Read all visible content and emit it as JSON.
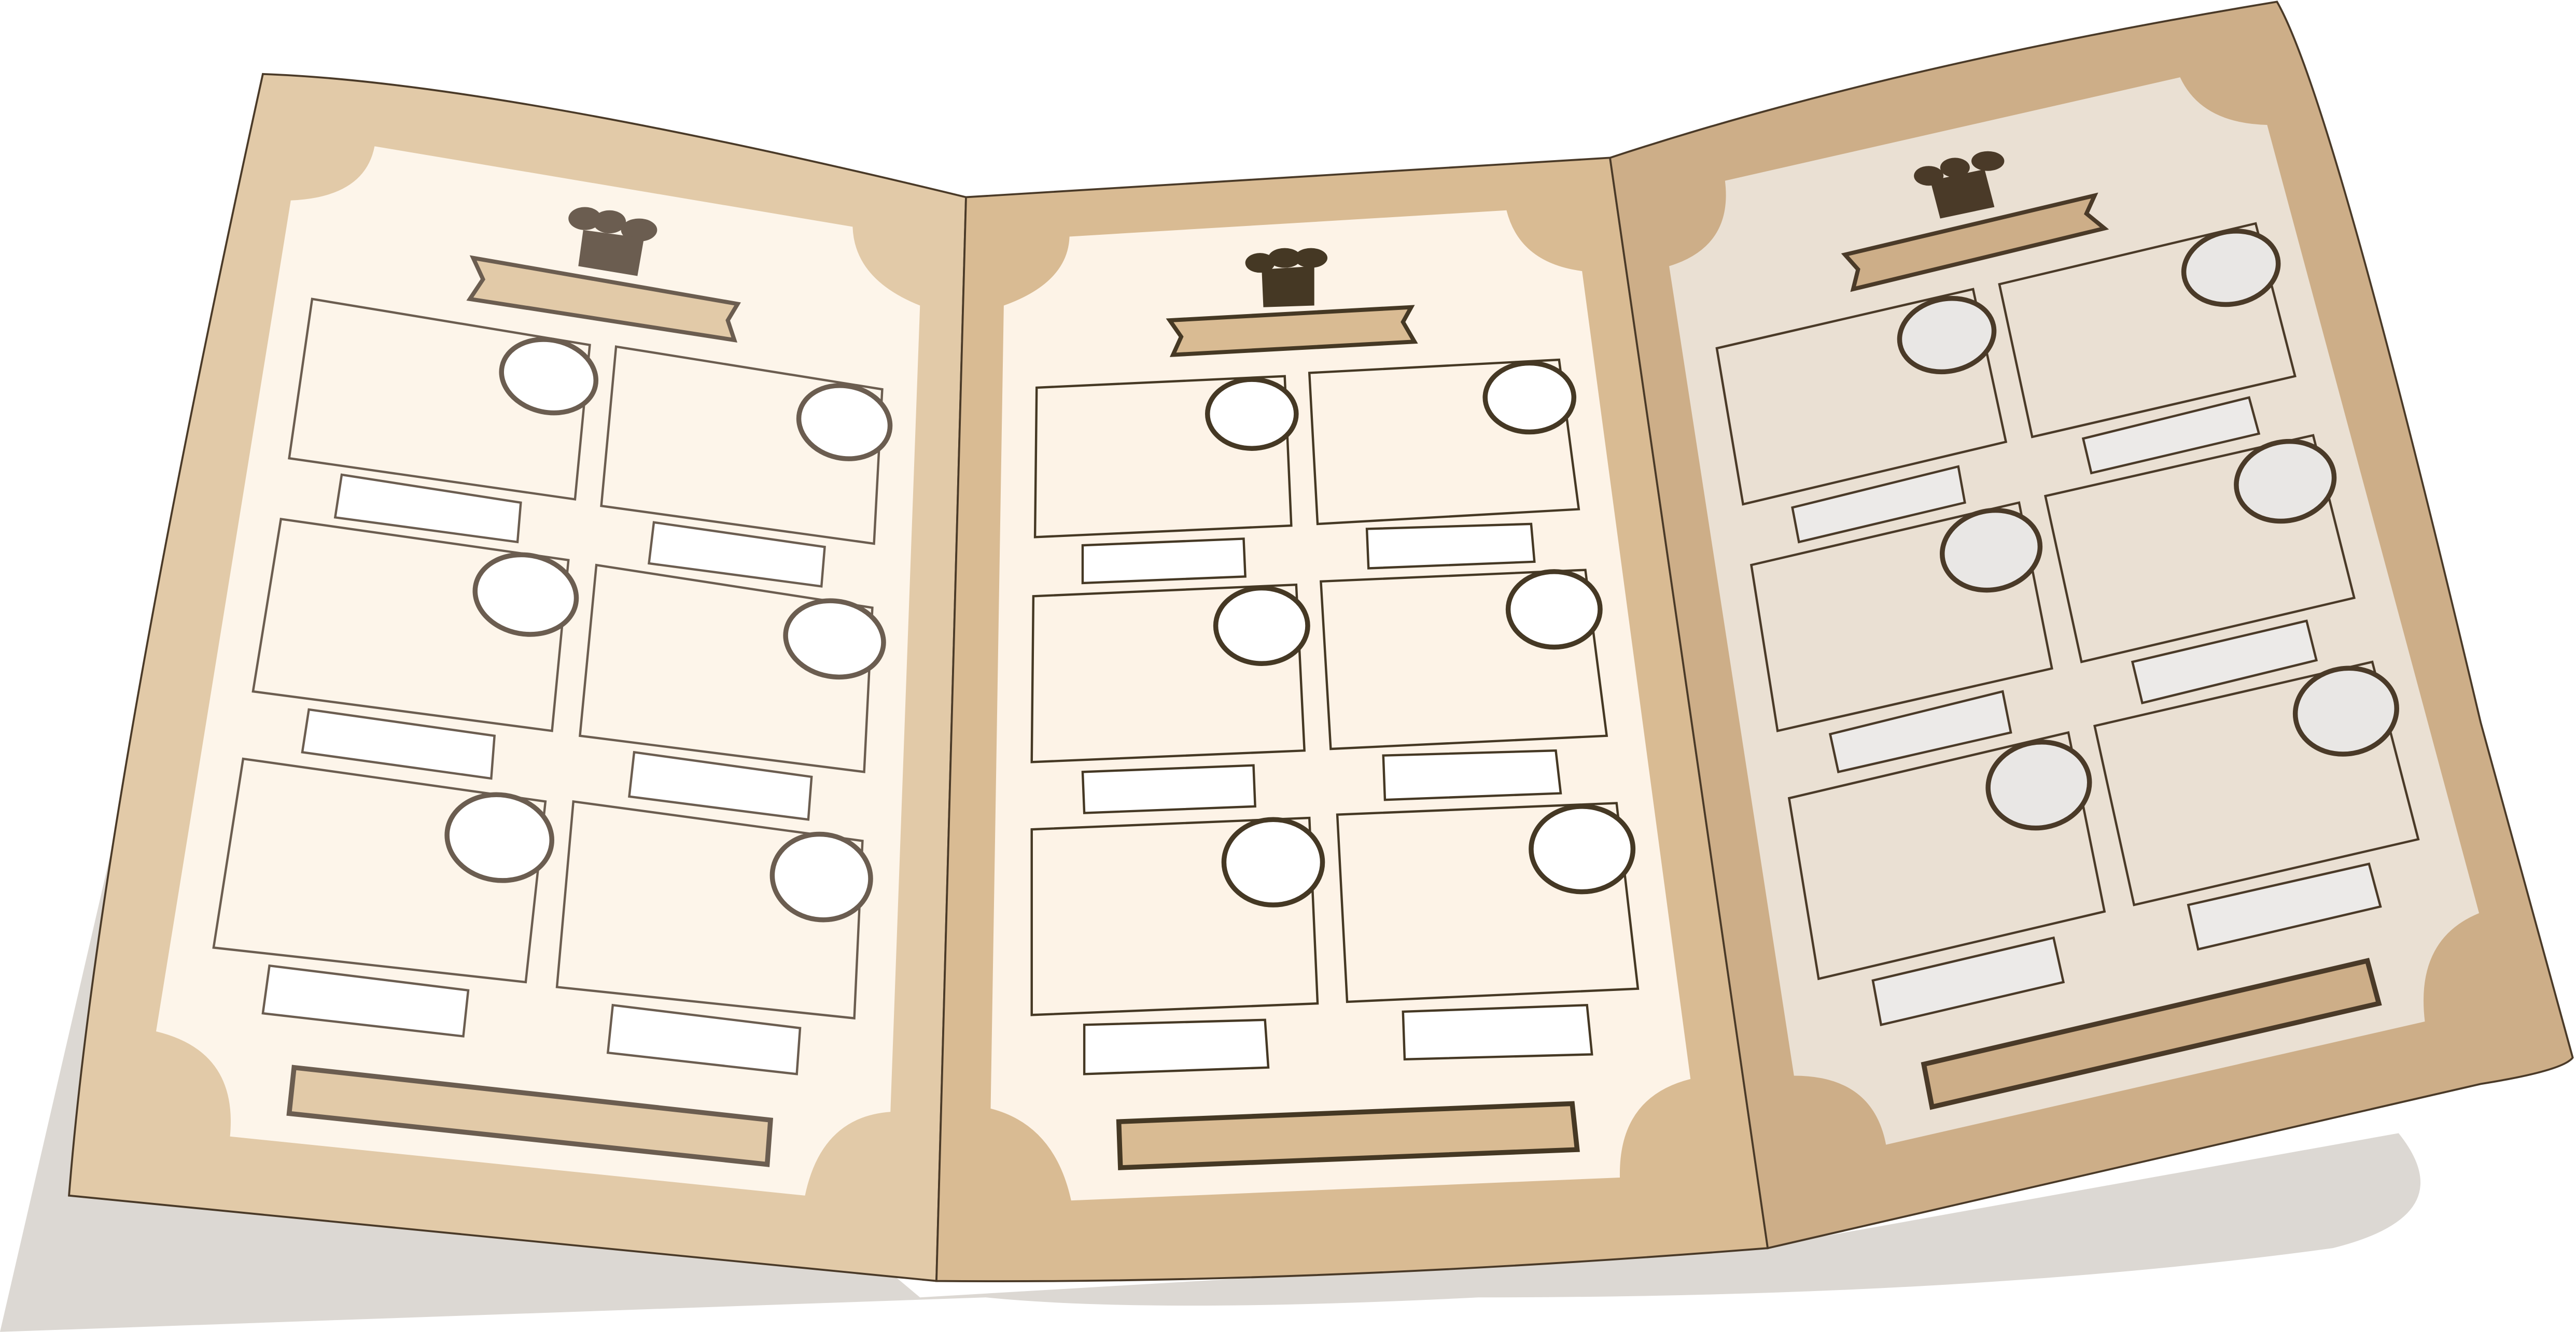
{
  "colors": {
    "background": "#ffffff",
    "shadow": "#dcd8d3",
    "outline": "#4a3a28",
    "left_cover": "#e2caa8",
    "left_page": "#fdf5ea",
    "left_ink": "#6b5d50",
    "middle_cover": "#d9bb93",
    "middle_page": "#fdf3e7",
    "middle_ink": "#453824",
    "right_cover": "#cdae88",
    "right_page": "#eae0d3",
    "right_ink": "#4a3a28",
    "banner_fill": "#d9bb93",
    "label_fill": "#ffffff",
    "plate_fill": "#ffffff",
    "right_plate_fill": "#e9e7e5",
    "right_label_fill": "#eceae8"
  },
  "menu": {
    "panels": [
      {
        "id": "left",
        "icon": "chef-hat-icon",
        "item_slots": 6,
        "title_banner_text": "",
        "footer_banner_text": ""
      },
      {
        "id": "middle",
        "icon": "chef-hat-icon",
        "item_slots": 6,
        "title_banner_text": "",
        "footer_banner_text": ""
      },
      {
        "id": "right",
        "icon": "chef-hat-icon",
        "item_slots": 6,
        "title_banner_text": "",
        "footer_banner_text": ""
      }
    ]
  }
}
